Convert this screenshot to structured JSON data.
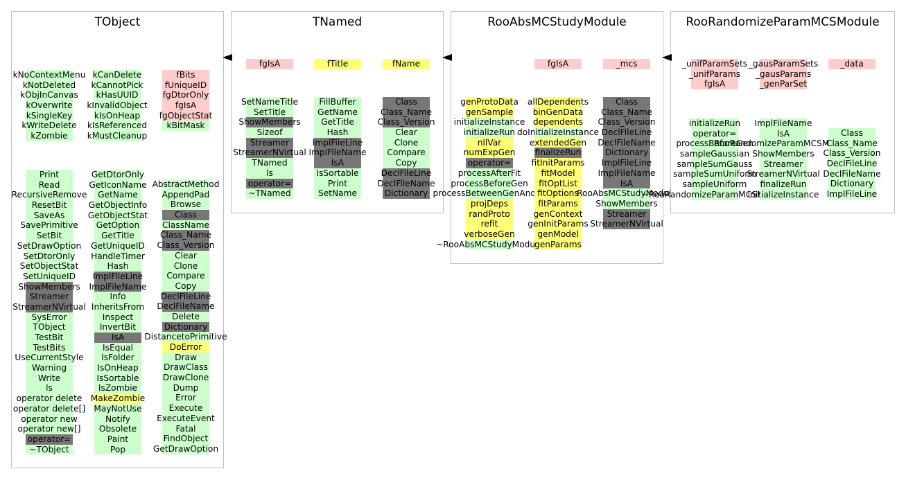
{
  "colors": {
    "pink": "#ffcccc",
    "green": "#ccffcc",
    "yellow": "#ffff77",
    "gray": "#777777",
    "border": "#bfbfbf"
  },
  "classes": [
    {
      "name": "TObject",
      "groups": [
        {
          "fill": "green",
          "items": [
            "kNoContextMenu",
            "kNotDeleted",
            "kObjInCanvas",
            "kOverwrite",
            "kSingleKey",
            "kWriteDelete",
            "kZombie"
          ]
        },
        {
          "fill": "green",
          "items": [
            "kCanDelete",
            "kCannotPick",
            "kHasUUID",
            "kInvalidObject",
            "kIsOnHeap",
            "kIsReferenced",
            "kMustCleanup"
          ]
        },
        {
          "fill": "pink",
          "items": [
            "fBits",
            "fUniqueID",
            "fgDtorOnly",
            "fgIsA",
            "fgObjectStat",
            "kBitMask"
          ],
          "fills": [
            "pink",
            "pink",
            "pink",
            "pink",
            "pink",
            "green"
          ]
        },
        {
          "fill": "green",
          "items": [
            "Print",
            "Read",
            "RecursiveRemove",
            "ResetBit",
            "SaveAs",
            "SavePrimitive",
            "SetBit",
            "SetDrawOption",
            "SetDtorOnly",
            "SetObjectStat",
            "SetUniqueID",
            "ShowMembers",
            "Streamer",
            "StreamerNVirtual",
            "SysError",
            "TObject",
            "TestBit",
            "TestBits",
            "UseCurrentStyle",
            "Warning",
            "Write",
            "ls",
            "operator delete",
            "operator delete[]",
            "operator new",
            "operator new[]",
            "operator=",
            "~TObject"
          ],
          "fills": [
            "green",
            "green",
            "green",
            "green",
            "green",
            "green",
            "green",
            "green",
            "green",
            "green",
            "green",
            "gray",
            "gray",
            "gray",
            "green",
            "green",
            "green",
            "green",
            "green",
            "green",
            "green",
            "green",
            "green",
            "green",
            "green",
            "green",
            "gray",
            "green"
          ]
        },
        {
          "fill": "green",
          "items": [
            "GetDtorOnly",
            "GetIconName",
            "GetName",
            "GetObjectInfo",
            "GetObjectStat",
            "GetOption",
            "GetTitle",
            "GetUniqueID",
            "HandleTimer",
            "Hash",
            "ImplFileLine",
            "ImplFileName",
            "Info",
            "InheritsFrom",
            "Inspect",
            "InvertBit",
            "IsA",
            "IsEqual",
            "IsFolder",
            "IsOnHeap",
            "IsSortable",
            "IsZombie",
            "MakeZombie",
            "MayNotUse",
            "Notify",
            "Obsolete",
            "Paint",
            "Pop"
          ],
          "fills": [
            "green",
            "green",
            "green",
            "green",
            "green",
            "green",
            "green",
            "green",
            "green",
            "green",
            "gray",
            "gray",
            "green",
            "green",
            "green",
            "green",
            "gray",
            "green",
            "green",
            "green",
            "green",
            "green",
            "yellow",
            "green",
            "green",
            "green",
            "green",
            "green"
          ]
        },
        {
          "fill": "green",
          "items": [
            "AbstractMethod",
            "AppendPad",
            "Browse",
            "Class",
            "ClassName",
            "Class_Name",
            "Class_Version",
            "Clear",
            "Clone",
            "Compare",
            "Copy",
            "DeclFileLine",
            "DeclFileName",
            "Delete",
            "Dictionary",
            "DistancetoPrimitive",
            "DoError",
            "Draw",
            "DrawClass",
            "DrawClone",
            "Dump",
            "Error",
            "Execute",
            "ExecuteEvent",
            "Fatal",
            "FindObject",
            "GetDrawOption"
          ],
          "fills": [
            "green",
            "green",
            "green",
            "gray",
            "green",
            "gray",
            "gray",
            "green",
            "green",
            "green",
            "green",
            "gray",
            "gray",
            "green",
            "gray",
            "green",
            "yellow",
            "green",
            "green",
            "green",
            "green",
            "green",
            "green",
            "green",
            "green",
            "green",
            "green"
          ]
        }
      ]
    },
    {
      "name": "TNamed",
      "groups": [
        {
          "fill": "pink",
          "items": [
            "fgIsA"
          ]
        },
        {
          "fill": "yellow",
          "items": [
            "fTitle"
          ]
        },
        {
          "fill": "yellow",
          "items": [
            "fName"
          ]
        },
        {
          "fill": "green",
          "items": [
            "SetNameTitle",
            "SetTitle",
            "ShowMembers",
            "Sizeof",
            "Streamer",
            "StreamerNVirtual",
            "TNamed",
            "ls",
            "operator=",
            "~TNamed"
          ],
          "fills": [
            "green",
            "green",
            "gray",
            "green",
            "gray",
            "gray",
            "green",
            "green",
            "gray",
            "green"
          ]
        },
        {
          "fill": "green",
          "items": [
            "FillBuffer",
            "GetName",
            "GetTitle",
            "Hash",
            "ImplFileLine",
            "ImplFileName",
            "IsA",
            "IsSortable",
            "Print",
            "SetName"
          ],
          "fills": [
            "green",
            "green",
            "green",
            "green",
            "gray",
            "gray",
            "gray",
            "green",
            "green",
            "green"
          ]
        },
        {
          "fill": "gray",
          "items": [
            "Class",
            "Class_Name",
            "Class_Version",
            "Clear",
            "Clone",
            "Compare",
            "Copy",
            "DeclFileLine",
            "DeclFileName",
            "Dictionary"
          ],
          "fills": [
            "gray",
            "gray",
            "gray",
            "green",
            "green",
            "green",
            "green",
            "gray",
            "gray",
            "gray"
          ]
        }
      ]
    },
    {
      "name": "RooAbsMCStudyModule",
      "groups": [
        {
          "fill": "pink",
          "items": [
            "fgIsA"
          ]
        },
        {
          "fill": "pink",
          "items": [
            "_mcs"
          ]
        },
        {
          "fill": "yellow",
          "items": [
            "genProtoData",
            "genSample",
            "initializeInstance",
            "initializeRun",
            "nllVar",
            "numExpGen",
            "operator=",
            "processAfterFit",
            "processBeforeGen",
            "processBetweenGenAndFit",
            "projDeps",
            "randProto",
            "refit",
            "verboseGen",
            "~RooAbsMCStudyModule"
          ],
          "fills": [
            "yellow",
            "yellow",
            "green",
            "green",
            "yellow",
            "yellow",
            "gray",
            "green",
            "green",
            "green",
            "yellow",
            "yellow",
            "yellow",
            "yellow",
            "green"
          ]
        },
        {
          "fill": "yellow",
          "items": [
            "allDependents",
            "binGenData",
            "dependents",
            "doInitializeInstance",
            "extendedGen",
            "finalizeRun",
            "fitInitParams",
            "fitModel",
            "fitOptList",
            "fitOptions",
            "fitParams",
            "genContext",
            "genInitParams",
            "genModel",
            "genParams"
          ],
          "fills": [
            "yellow",
            "yellow",
            "yellow",
            "green",
            "yellow",
            "gray",
            "yellow",
            "yellow",
            "yellow",
            "yellow",
            "yellow",
            "yellow",
            "yellow",
            "yellow",
            "yellow"
          ]
        },
        {
          "fill": "gray",
          "items": [
            "Class",
            "Class_Name",
            "Class_Version",
            "DeclFileLine",
            "DeclFileName",
            "Dictionary",
            "ImplFileLine",
            "ImplFileName",
            "IsA",
            "RooAbsMCStudyModule",
            "ShowMembers",
            "Streamer",
            "StreamerNVirtual"
          ],
          "fills": [
            "gray",
            "gray",
            "gray",
            "gray",
            "gray",
            "gray",
            "gray",
            "gray",
            "gray",
            "green",
            "green",
            "gray",
            "gray"
          ]
        }
      ]
    },
    {
      "name": "RooRandomizeParamMCSModule",
      "groups": [
        {
          "fill": "pink",
          "items": [
            "_unifParamSets",
            "_unifParams",
            "fgIsA"
          ]
        },
        {
          "fill": "pink",
          "items": [
            "_gausParamSets",
            "_gausParams",
            "_genParSet"
          ]
        },
        {
          "fill": "pink",
          "items": [
            "_data"
          ]
        },
        {
          "fill": "green",
          "items": [
            "initializeRun",
            "operator=",
            "processBeforeGen",
            "sampleGaussian",
            "sampleSumGauss",
            "sampleSumUniform",
            "sampleUniform",
            "~RooRandomizeParamMCSModule"
          ],
          "fills": [
            "green",
            "green",
            "green",
            "green",
            "green",
            "green",
            "green",
            "green"
          ]
        },
        {
          "fill": "green",
          "items": [
            "ImplFileName",
            "IsA",
            "RooRandomizeParamMCSModule",
            "ShowMembers",
            "Streamer",
            "StreamerNVirtual",
            "finalizeRun",
            "initializeInstance"
          ],
          "fills": [
            "green",
            "green",
            "green",
            "green",
            "green",
            "green",
            "green",
            "green"
          ]
        },
        {
          "fill": "green",
          "items": [
            "Class",
            "Class_Name",
            "Class_Version",
            "DeclFileLine",
            "DeclFileName",
            "Dictionary",
            "ImplFileLine"
          ],
          "fills": [
            "green",
            "green",
            "green",
            "green",
            "green",
            "green",
            "green"
          ]
        }
      ]
    }
  ]
}
